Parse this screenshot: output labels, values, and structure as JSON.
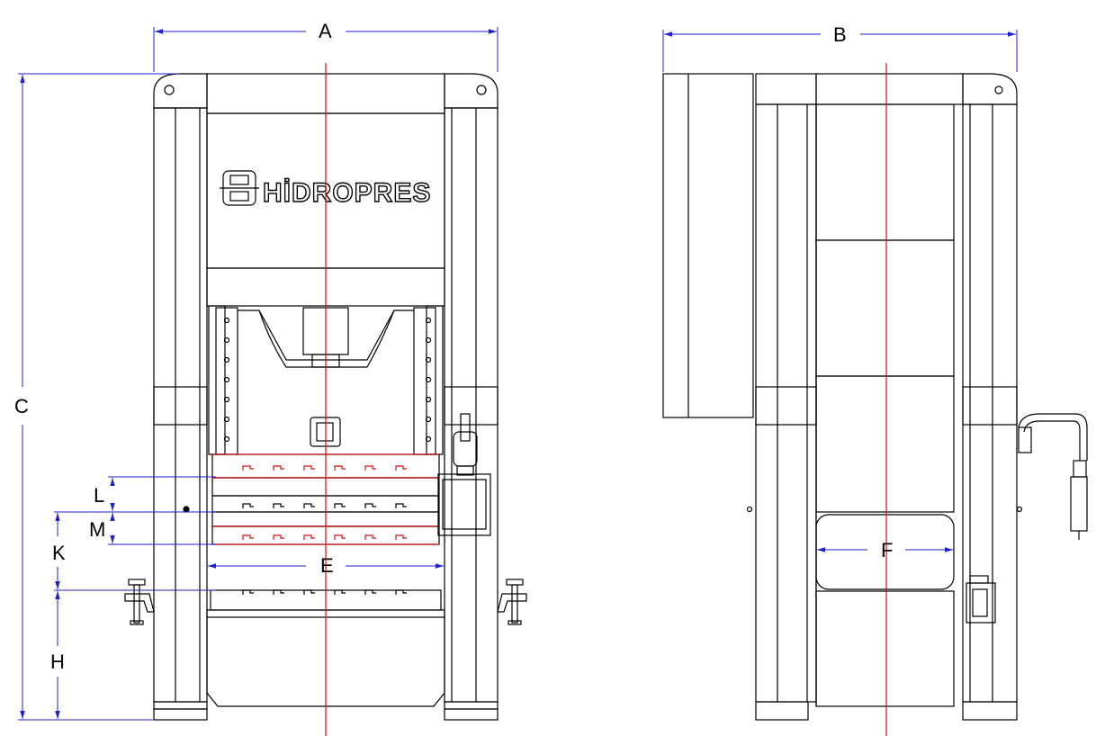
{
  "brand": {
    "logo_text": "HİDROPRES"
  },
  "dimensions": {
    "A": "A",
    "B": "B",
    "C": "C",
    "E": "E",
    "F": "F",
    "H": "H",
    "K": "K",
    "L": "L",
    "M": "M"
  },
  "colors": {
    "outline": "#000000",
    "dimension_line": "#1f1fd0",
    "center_line": "#d01010",
    "bolster_highlight": "#d01010"
  },
  "icons": {
    "control_pendant": "control-pendant-icon",
    "leveling_foot": "leveling-foot-icon",
    "logo": "hidropres-logo-icon"
  }
}
